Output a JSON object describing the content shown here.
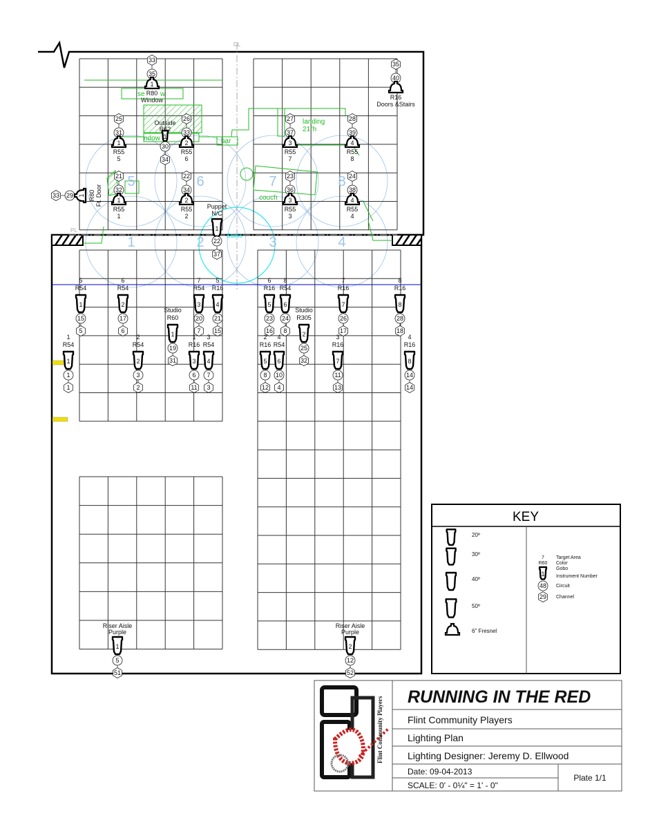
{
  "plot": {
    "center_line_label": "CL",
    "plaster_line_label": "PL",
    "area_numbers": [
      "1",
      "2",
      "3",
      "4",
      "5",
      "6",
      "7",
      "8"
    ],
    "annotations": {
      "landing": "landing",
      "landing_height": "21\"h",
      "bar": "bar",
      "couch": "couch",
      "window_fragment": "ndow",
      "seat_fragment_1": "se",
      "seat_fragment_2": "w",
      "studio": "Studio"
    },
    "colors": {
      "grid": "#333333",
      "area_circles": "#9ec3ea",
      "studio_circle": "#00e5ee",
      "set_pieces": "#22bb22",
      "electric": "#0000cc",
      "markers": "#f0e000"
    }
  },
  "upper_instruments": [
    {
      "type": "6\" Fresnel",
      "color": "R80",
      "target": "Window",
      "unit": "1",
      "circuit": "35",
      "channel": "33"
    },
    {
      "type": "6\" Fresnel",
      "color": "R16",
      "target": "Doors &Stairs",
      "unit": "",
      "circuit": "40",
      "channel": "35"
    },
    {
      "type": "6\" Fresnel",
      "color": "R55",
      "target": "5",
      "unit": "1",
      "circuit": "31",
      "channel": "25"
    },
    {
      "type": "6\" Fresnel",
      "color": "R55",
      "target": "6",
      "unit": "2",
      "circuit": "33",
      "channel": "26"
    },
    {
      "type": "6\" Fresnel",
      "color": "R55",
      "target": "7",
      "unit": "3",
      "circuit": "37",
      "channel": "27"
    },
    {
      "type": "6\" Fresnel",
      "color": "R55",
      "target": "8",
      "unit": "4",
      "circuit": "39",
      "channel": "28"
    },
    {
      "type": "6\" Fresnel",
      "color": "R55",
      "target": "1",
      "unit": "1",
      "circuit": "32",
      "channel": "21"
    },
    {
      "type": "6\" Fresnel",
      "color": "R55",
      "target": "2",
      "unit": "2",
      "circuit": "34",
      "channel": "22"
    },
    {
      "type": "6\" Fresnel",
      "color": "R55",
      "target": "3",
      "unit": "3",
      "circuit": "36",
      "channel": "23"
    },
    {
      "type": "6\" Fresnel",
      "color": "R55",
      "target": "4",
      "unit": "4",
      "circuit": "38",
      "channel": "24"
    }
  ],
  "special_instruments": [
    {
      "target": "Outside",
      "color": "R62",
      "unit": "1",
      "circuit": "30",
      "channel": "34"
    },
    {
      "target": "Puppet",
      "color": "N/C",
      "unit": "1",
      "circuit": "22",
      "channel": "37"
    },
    {
      "target": "Ft. Door",
      "color": "R80",
      "unit": "1",
      "circuit": "29",
      "channel": "33"
    }
  ],
  "lower_instruments": [
    {
      "target": "5",
      "color": "R54",
      "unit": "1",
      "circuit": "15",
      "channel": "5"
    },
    {
      "target": "6",
      "color": "R54",
      "unit": "2",
      "circuit": "17",
      "channel": "6"
    },
    {
      "target": "7",
      "color": "R54",
      "unit": "3",
      "circuit": "20",
      "channel": "7"
    },
    {
      "target": "5",
      "color": "R16",
      "unit": "4",
      "circuit": "21",
      "channel": "15"
    },
    {
      "target": "6",
      "color": "R16",
      "unit": "5",
      "circuit": "23",
      "channel": "16"
    },
    {
      "target": "8",
      "color": "R54",
      "unit": "6",
      "circuit": "24",
      "channel": "8"
    },
    {
      "target": "7",
      "color": "R16",
      "unit": "7",
      "circuit": "26",
      "channel": "17"
    },
    {
      "target": "8",
      "color": "R16",
      "unit": "8",
      "circuit": "28",
      "channel": "18"
    },
    {
      "target": "Studio",
      "color": "R60",
      "unit": "1",
      "circuit": "19",
      "channel": "31"
    },
    {
      "target": "Studio",
      "color": "R305",
      "unit": "2",
      "circuit": "25",
      "channel": "32"
    },
    {
      "target": "1",
      "color": "R54",
      "unit": "1",
      "circuit": "1",
      "channel": "1"
    },
    {
      "target": "2",
      "color": "R54",
      "unit": "2",
      "circuit": "3",
      "channel": "2"
    },
    {
      "target": "1",
      "color": "R16",
      "unit": "3",
      "circuit": "6",
      "channel": "11"
    },
    {
      "target": "3",
      "color": "R54",
      "unit": "4",
      "circuit": "7",
      "channel": "3"
    },
    {
      "target": "2",
      "color": "R16",
      "unit": "5",
      "circuit": "8",
      "channel": "12"
    },
    {
      "target": "4",
      "color": "R54",
      "unit": "6",
      "circuit": "10",
      "channel": "4"
    },
    {
      "target": "3",
      "color": "R16",
      "unit": "7",
      "circuit": "11",
      "channel": "13"
    },
    {
      "target": "4",
      "color": "R16",
      "unit": "8",
      "circuit": "14",
      "channel": "14"
    },
    {
      "target": "Riser Aisle",
      "color": "Purple",
      "unit": "1",
      "circuit": "5",
      "channel": "51"
    },
    {
      "target": "Riser Aisle",
      "color": "Purple",
      "unit": "2",
      "circuit": "12",
      "channel": "52"
    }
  ],
  "key": {
    "title": "KEY",
    "types": [
      "20º",
      "30º",
      "40º",
      "50º",
      "6\" Fresnel"
    ],
    "legend": {
      "sample_target": "7",
      "sample_color": "R60",
      "sample_unit": "1",
      "sample_circuit": "48",
      "sample_channel": "29",
      "target_label": "Target Area",
      "color_label": "Color",
      "gobo_label": "Gobo",
      "unit_label": "Instrument Number",
      "circuit_label": "Circuit",
      "channel_label": "Channel"
    }
  },
  "title_block": {
    "show_title": "RUNNING IN THE RED",
    "company": "Flint Community Players",
    "drawing": "Lighting Plan",
    "designer": "Lighting Designer:  Jeremy D. Ellwood",
    "date": "Date:  09-04-2013",
    "scale": "SCALE:  0' - 0¼\"  =  1' - 0\"",
    "plate": "Plate 1/1",
    "logo_text": "Flint Community Players"
  }
}
